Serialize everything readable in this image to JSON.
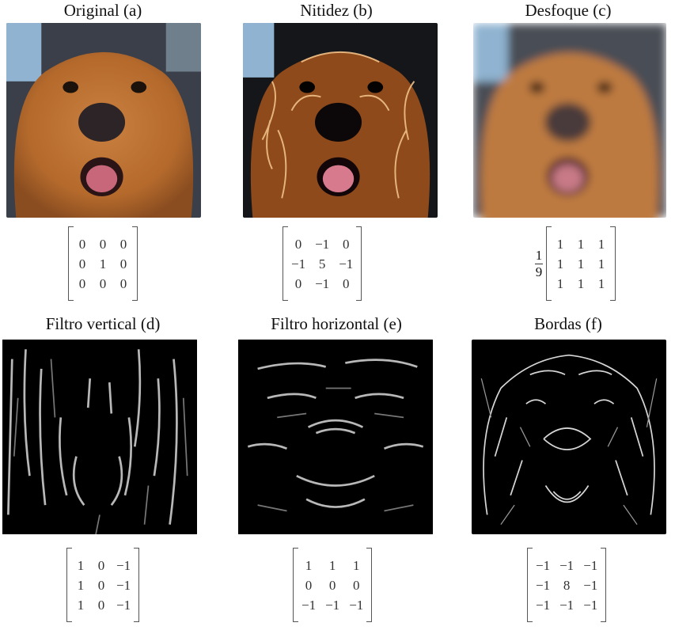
{
  "panels": [
    {
      "title": "Original (a)",
      "factor": null,
      "matrix": [
        [
          "0",
          "0",
          "0"
        ],
        [
          "0",
          "1",
          "0"
        ],
        [
          "0",
          "0",
          "0"
        ]
      ]
    },
    {
      "title": "Nitidez (b)",
      "factor": null,
      "matrix": [
        [
          "0",
          "−1",
          "0"
        ],
        [
          "−1",
          "5",
          "−1"
        ],
        [
          "0",
          "−1",
          "0"
        ]
      ]
    },
    {
      "title": "Desfoque (c)",
      "factor": {
        "num": "1",
        "den": "9"
      },
      "matrix": [
        [
          "1",
          "1",
          "1"
        ],
        [
          "1",
          "1",
          "1"
        ],
        [
          "1",
          "1",
          "1"
        ]
      ]
    },
    {
      "title": "Filtro vertical (d)",
      "factor": null,
      "matrix": [
        [
          "1",
          "0",
          "−1"
        ],
        [
          "1",
          "0",
          "−1"
        ],
        [
          "1",
          "0",
          "−1"
        ]
      ]
    },
    {
      "title": "Filtro horizontal (e)",
      "factor": null,
      "matrix": [
        [
          "1",
          "1",
          "1"
        ],
        [
          "0",
          "0",
          "0"
        ],
        [
          "−1",
          "−1",
          "−1"
        ]
      ]
    },
    {
      "title": "Bordas (f)",
      "factor": null,
      "matrix": [
        [
          "−1",
          "−1",
          "−1"
        ],
        [
          "−1",
          "8",
          "−1"
        ],
        [
          "−1",
          "−1",
          "−1"
        ]
      ]
    }
  ]
}
